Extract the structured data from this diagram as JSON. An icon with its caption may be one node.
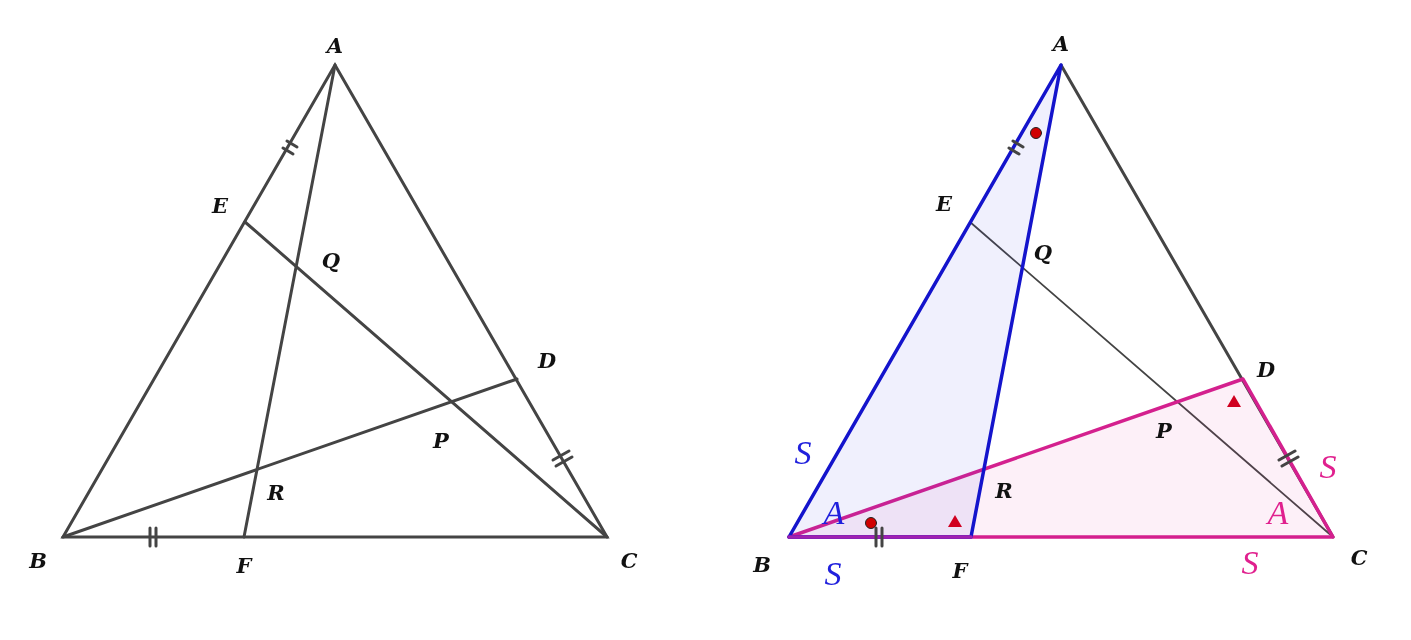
{
  "diagram": {
    "labels": [
      "A",
      "E",
      "Q",
      "D",
      "P",
      "R",
      "B",
      "F",
      "C",
      "A",
      "E",
      "Q",
      "D",
      "P",
      "S",
      "R",
      "S",
      "A",
      "A",
      "B",
      "S",
      "F",
      "S",
      "C"
    ]
  }
}
